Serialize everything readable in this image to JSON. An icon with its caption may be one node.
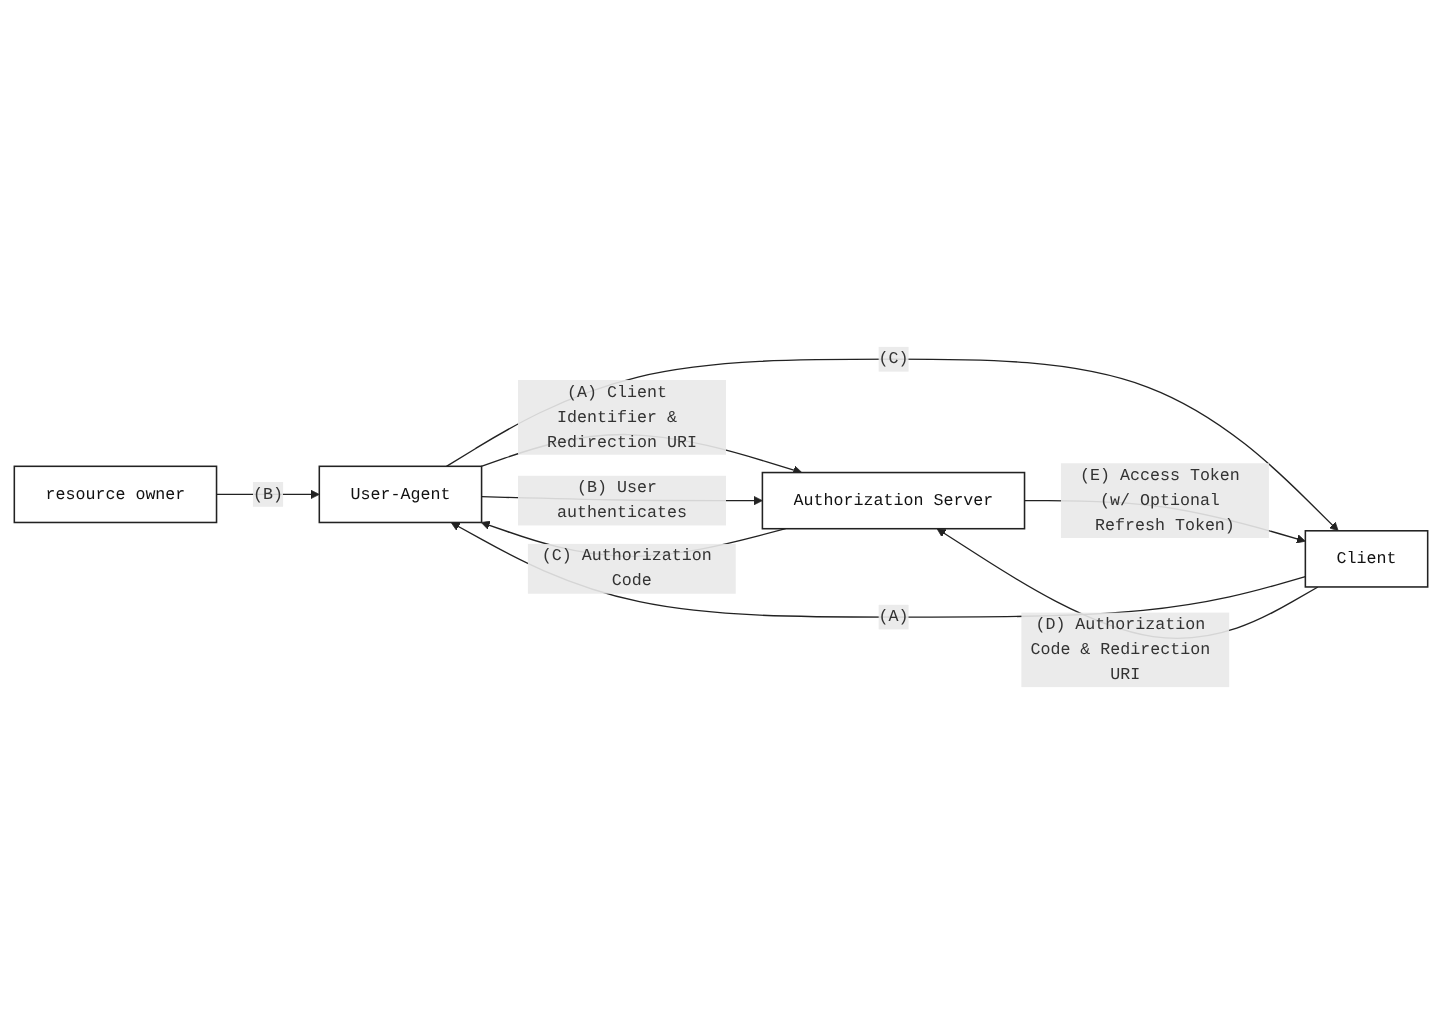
{
  "diagram": {
    "nodes": [
      {
        "text": [
          "resource owner"
        ]
      },
      {
        "text": [
          "User-Agent"
        ]
      },
      {
        "text": [
          "Authorization Server"
        ]
      },
      {
        "text": [
          "Client"
        ]
      }
    ],
    "edges": [
      {
        "from": 0,
        "to": 1,
        "arrow": "to",
        "label": "(B)"
      },
      {
        "from": 1,
        "to": 2,
        "arrow": "to",
        "label": "(A) Client Identifier & Redirection URI"
      },
      {
        "from": 1,
        "to": 2,
        "arrow": "to",
        "label": "(B) User authenticates"
      },
      {
        "from": 2,
        "to": 1,
        "arrow": "to",
        "label": "(C) Authorization Code"
      },
      {
        "from": 3,
        "to": 1,
        "arrow": "to",
        "label": "(A)"
      },
      {
        "from": 1,
        "to": 3,
        "arrow": "to",
        "label": "(C)"
      },
      {
        "from": 3,
        "to": 2,
        "arrow": "to",
        "label": "(D) Authorization Code & Redirection URI"
      },
      {
        "from": 2,
        "to": 3,
        "arrow": "to",
        "label": "(E) Access Token (w/ Optional Refresh Token)"
      }
    ]
  }
}
